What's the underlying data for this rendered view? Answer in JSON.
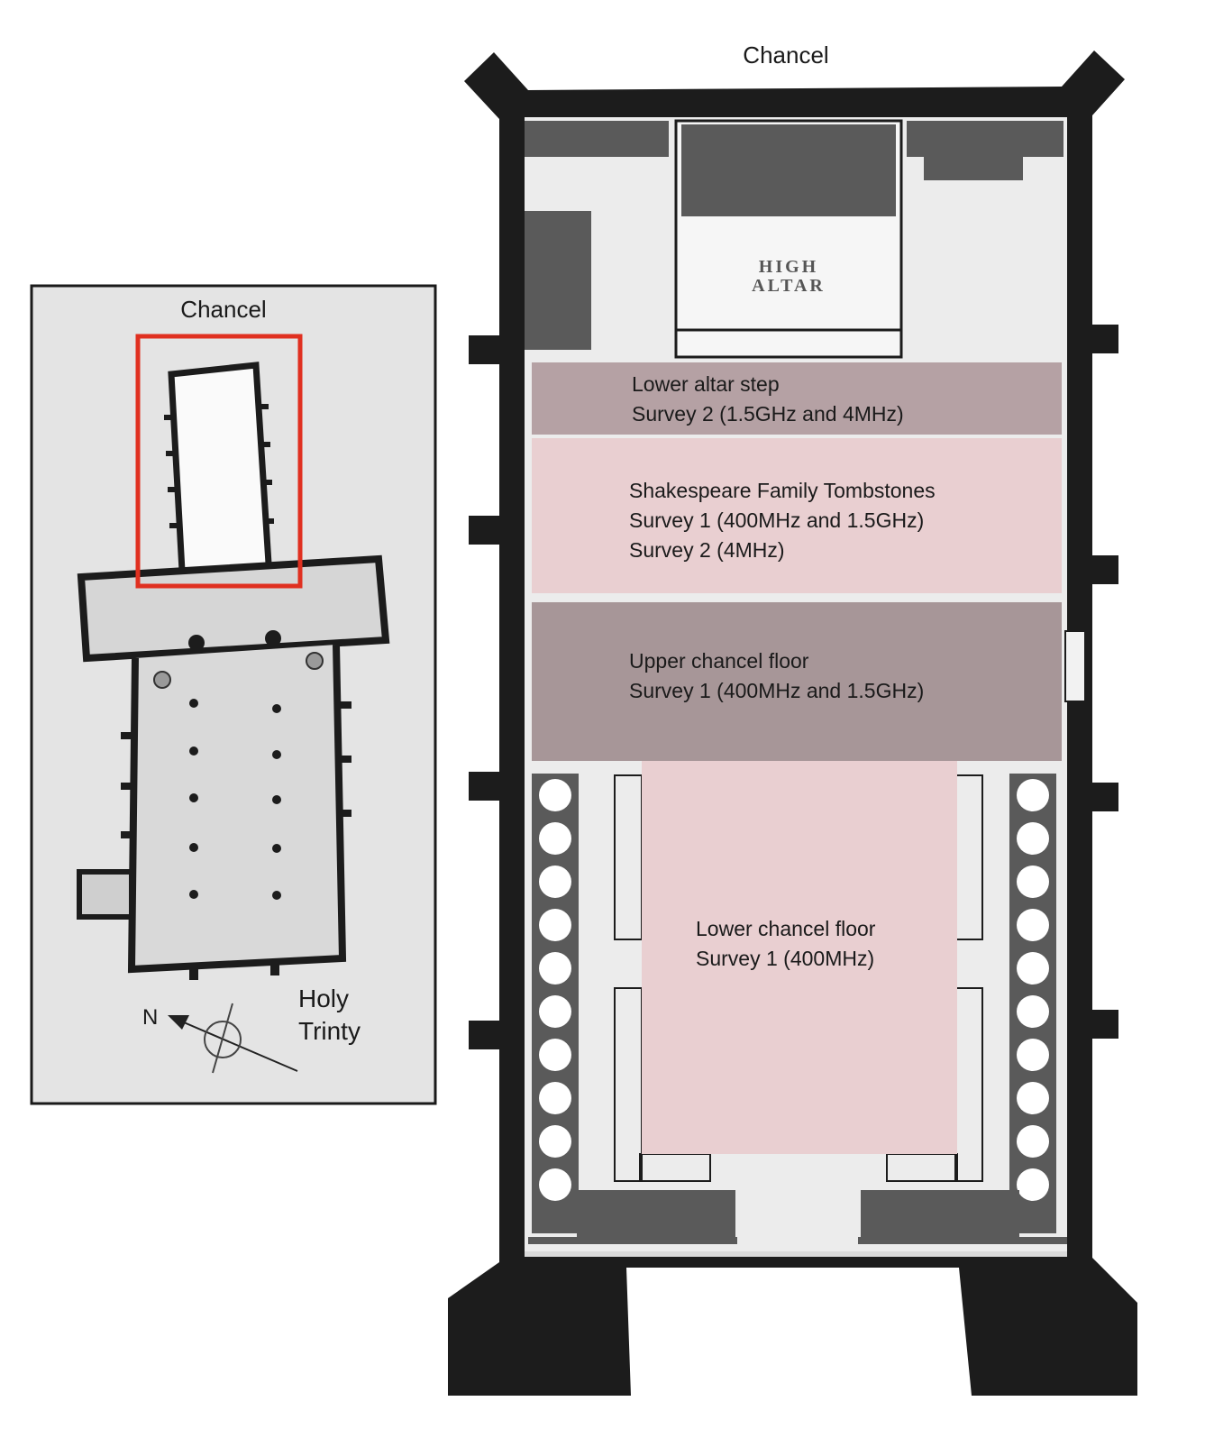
{
  "overview": {
    "title": "Chancel",
    "church_label_line1": "Holy",
    "church_label_line2": "Trinty",
    "north_letter": "N"
  },
  "detail": {
    "title": "Chancel",
    "altar_line1": "HIGH",
    "altar_line2": "ALTAR",
    "zones": [
      {
        "lines": [
          "Lower altar step",
          "Survey 2 (1.5GHz and 4MHz)"
        ],
        "color": "#b5a1a4"
      },
      {
        "lines": [
          "Shakespeare Family Tombstones",
          "Survey 1 (400MHz and 1.5GHz)",
          "Survey 2 (4MHz)"
        ],
        "color": "#e9cfd1"
      },
      {
        "lines": [
          "Upper chancel floor",
          "Survey 1 (400MHz and 1.5GHz)"
        ],
        "color": "#a79698"
      },
      {
        "lines": [
          "Lower chancel floor",
          "Survey 1 (400MHz)"
        ],
        "color": "#e9cfd1"
      }
    ]
  },
  "colors": {
    "wall": "#1c1c1c",
    "floor": "#ececec",
    "highlight": "#e03020",
    "dark_fill": "#5a5a5a"
  }
}
